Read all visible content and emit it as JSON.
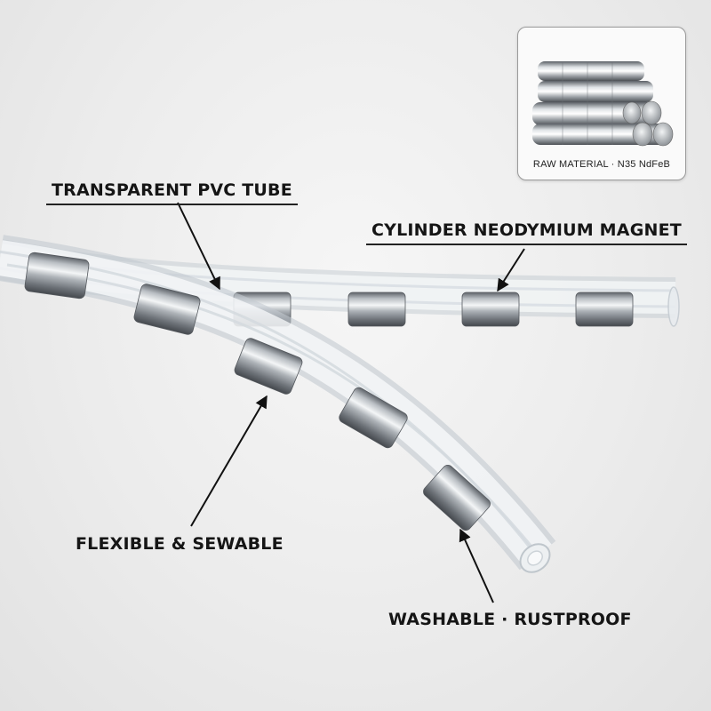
{
  "callouts": {
    "tube": "TRANSPARENT PVC TUBE",
    "magnet": "CYLINDER NEODYMIUM MAGNET",
    "flexible": "FLEXIBLE & SEWABLE",
    "washable": "WASHABLE · RUSTPROOF"
  },
  "inset": {
    "caption": "RAW MATERIAL · N35 NdFeB"
  },
  "colors": {
    "text": "#151515",
    "magnet_metal": "#9aa0a6",
    "tube": "#dfe4e8",
    "background": "#ececec"
  }
}
